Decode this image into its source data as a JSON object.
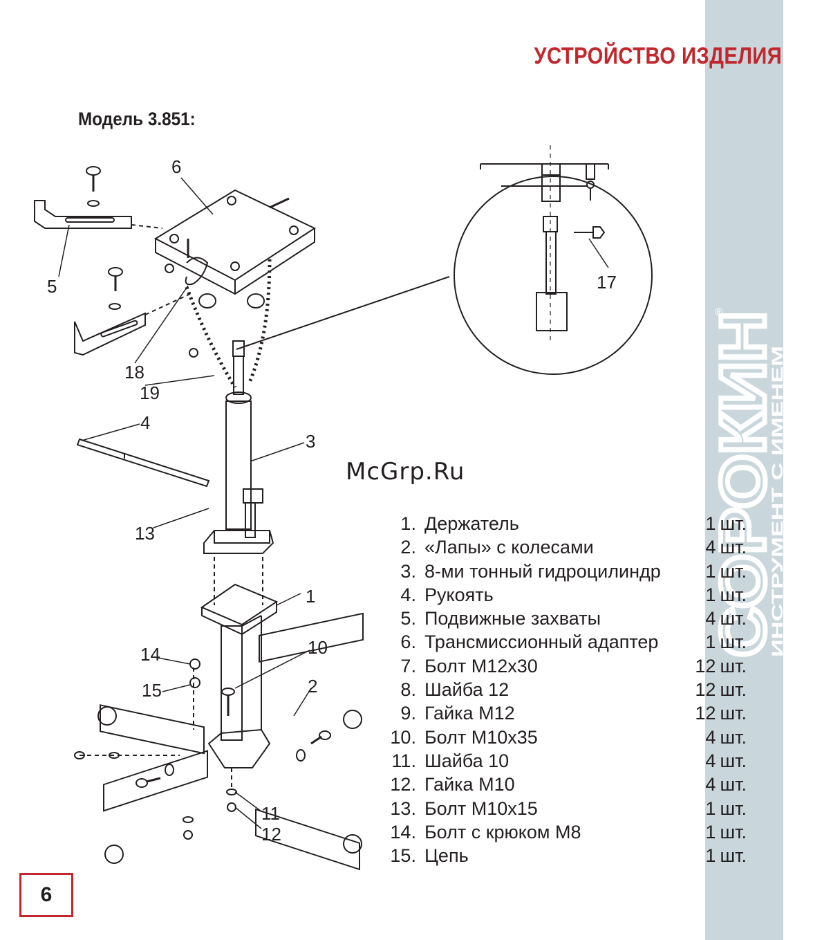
{
  "header": {
    "title": "УСТРОЙСТВО ИЗДЕЛИЯ"
  },
  "model_label": "Модель 3.851:",
  "watermark": "McGrp.Ru",
  "brand": {
    "name": "СОРОКИН",
    "tagline": "ИНСТРУМЕНТ С ИМЕНЕМ",
    "mark": "®"
  },
  "callouts": [
    "6",
    "5",
    "18",
    "19",
    "4",
    "3",
    "13",
    "1",
    "14",
    "10",
    "15",
    "2",
    "11",
    "12",
    "17"
  ],
  "parts": [
    {
      "num": "1.",
      "name": "Держатель",
      "qty": "1",
      "unit": "шт."
    },
    {
      "num": "2.",
      "name": "«Лапы» с колесами",
      "qty": "4",
      "unit": "шт."
    },
    {
      "num": "3.",
      "name": "8-ми тонный гидроцилиндр",
      "qty": "1",
      "unit": "шт."
    },
    {
      "num": "4.",
      "name": "Рукоять",
      "qty": "1",
      "unit": "шт."
    },
    {
      "num": "5.",
      "name": "Подвижные захваты",
      "qty": "4",
      "unit": "шт."
    },
    {
      "num": "6.",
      "name": "Трансмиссионный адаптер",
      "qty": "1",
      "unit": "шт."
    },
    {
      "num": "7.",
      "name": "Болт М12х30",
      "qty": "12",
      "unit": "шт."
    },
    {
      "num": "8.",
      "name": "Шайба 12",
      "qty": "12",
      "unit": "шт."
    },
    {
      "num": "9.",
      "name": "Гайка М12",
      "qty": "12",
      "unit": "шт."
    },
    {
      "num": "10.",
      "name": "Болт М10х35",
      "qty": "4",
      "unit": "шт."
    },
    {
      "num": "11.",
      "name": "Шайба 10",
      "qty": "4",
      "unit": "шт."
    },
    {
      "num": "12.",
      "name": "Гайка М10",
      "qty": "4",
      "unit": "шт."
    },
    {
      "num": "13.",
      "name": "Болт М10х15",
      "qty": "1",
      "unit": "шт."
    },
    {
      "num": "14.",
      "name": "Болт с крюком М8",
      "qty": "1",
      "unit": "шт."
    },
    {
      "num": "15.",
      "name": "Цепь",
      "qty": "1",
      "unit": "шт."
    }
  ],
  "page_number": "6",
  "colors": {
    "accent": "#c1272d",
    "band": "#c9d7dd",
    "text": "#231f20"
  }
}
